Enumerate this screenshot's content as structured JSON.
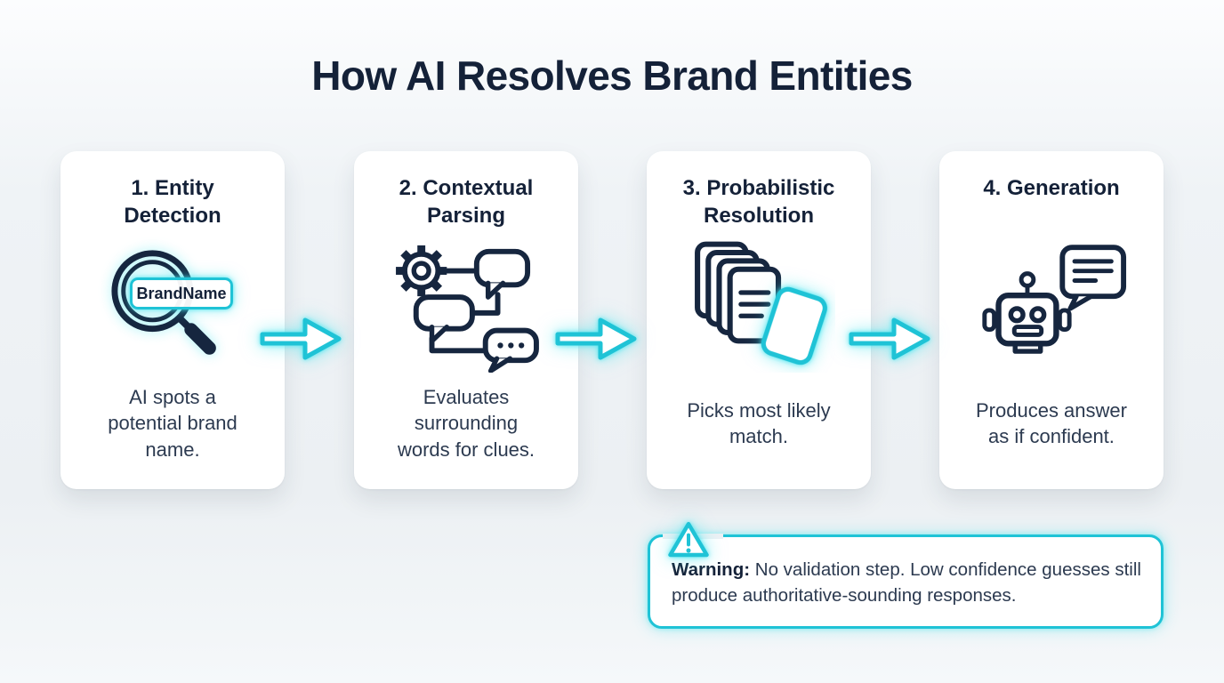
{
  "title": "How AI Resolves Brand Entities",
  "steps": [
    {
      "heading": "1. Entity\nDetection",
      "description": "AI spots a\npotential brand\nname.",
      "icon": "magnifying-glass-icon",
      "brand_label": "BrandName"
    },
    {
      "heading": "2. Contextual\nParsing",
      "description": "Evaluates\nsurrounding\nwords for clues.",
      "icon": "gear-chat-icon"
    },
    {
      "heading": "3. Probabilistic\nResolution",
      "description": "Picks most likely\nmatch.",
      "icon": "document-stack-icon"
    },
    {
      "heading": "4. Generation",
      "description": "Produces answer\nas if confident.",
      "icon": "robot-chat-icon"
    }
  ],
  "warning": {
    "label": "Warning:",
    "text": "No validation step. Low confidence guesses still produce authoritative-sounding responses."
  },
  "colors": {
    "navy": "#16263f",
    "cyan": "#1fc3d6",
    "glow": "#3ae4ee",
    "heading": "#142138",
    "body": "#2c3a50",
    "card": "#ffffff",
    "bg": "#eef2f5"
  }
}
